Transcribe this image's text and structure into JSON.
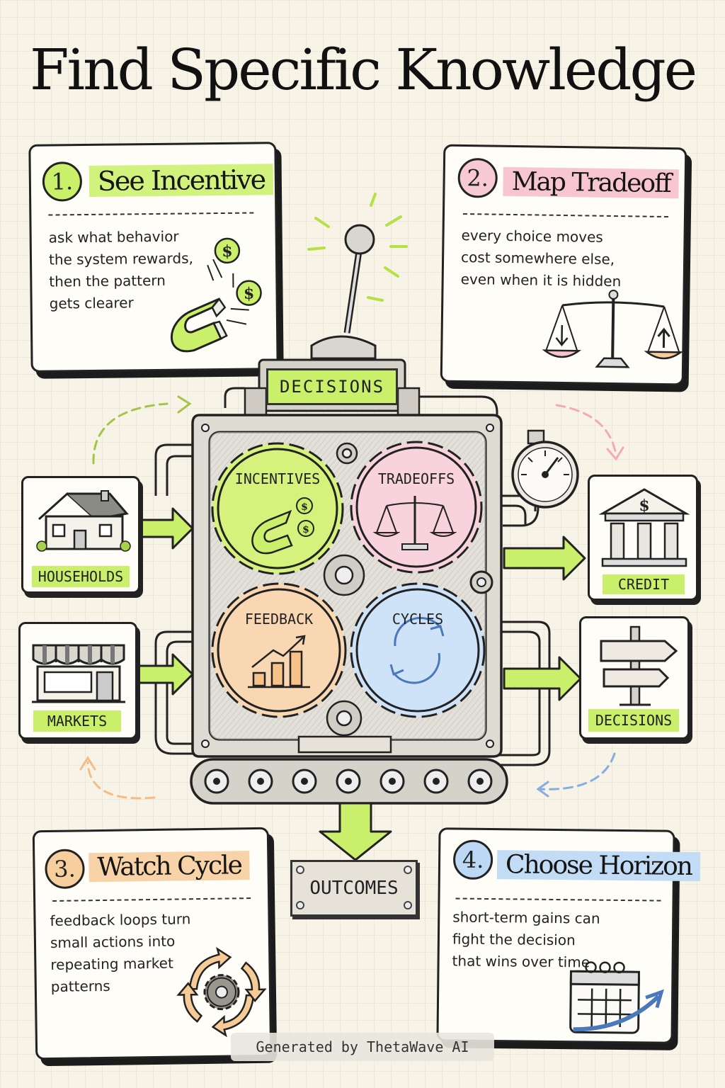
{
  "title": "Find Specific Knowledge",
  "steps": [
    {
      "number": "1.",
      "title": "See Incentive",
      "body": "ask what behavior\nthe system rewards,\nthen the pattern\ngets clearer",
      "number_color": "#c9ef6b",
      "highlight_color": "#d2f27e"
    },
    {
      "number": "2.",
      "title": "Map Tradeoff",
      "body": "every choice moves\ncost somewhere else,\neven when it is hidden",
      "number_color": "#f6c9d3",
      "highlight_color": "#f7c6d1"
    },
    {
      "number": "3.",
      "title": "Watch Cycle",
      "body": "feedback loops turn\nsmall actions into\nrepeating market\npatterns",
      "number_color": "#f7cf9e",
      "highlight_color": "#f8d3a8"
    },
    {
      "number": "4.",
      "title": "Choose Horizon",
      "body": "short-term gains can\nfight the decision\nthat wins over time",
      "number_color": "#bcd8f4",
      "highlight_color": "#c3dcf6"
    }
  ],
  "machine": {
    "top_label": "DECISIONS",
    "gears": [
      {
        "label": "INCENTIVES",
        "color": "#d4f27c"
      },
      {
        "label": "TRADEOFFS",
        "color": "#f8d2dc"
      },
      {
        "label": "FEEDBACK",
        "color": "#f9d7b2"
      },
      {
        "label": "CYCLES",
        "color": "#cfe3f8"
      }
    ],
    "output": "OUTCOMES"
  },
  "inputs": [
    {
      "label": "HOUSEHOLDS",
      "icon": "house-icon"
    },
    {
      "label": "MARKETS",
      "icon": "storefront-icon"
    }
  ],
  "outputs": [
    {
      "label": "CREDIT",
      "icon": "bank-icon"
    },
    {
      "label": "DECISIONS",
      "icon": "signpost-icon"
    }
  ],
  "footer": "Generated by ThetaWave AI",
  "accent": "#c9ef6b"
}
